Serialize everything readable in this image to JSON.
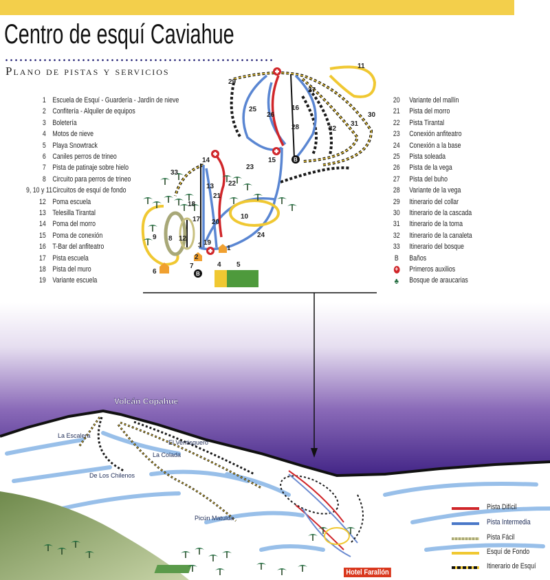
{
  "header": {
    "title": "Centro de esquí Caviahue",
    "subtitle": "Plano de pistas y servicios"
  },
  "left_list": [
    {
      "num": "1",
      "label": "Escuela de Esquí - Guardería - Jardín de nieve"
    },
    {
      "num": "2",
      "label": "Confitería - Alquiler de equipos"
    },
    {
      "num": "3",
      "label": "Boletería"
    },
    {
      "num": "4",
      "label": "Motos de nieve"
    },
    {
      "num": "5",
      "label": "Playa Snowtrack"
    },
    {
      "num": "6",
      "label": "Caniles perros de trineo"
    },
    {
      "num": "7",
      "label": "Pista de patinaje sobre hielo"
    },
    {
      "num": "8",
      "label": "Circuito para perros de trineo"
    },
    {
      "num": "9, 10 y 11",
      "label": "Circuitos de esquí de fondo"
    },
    {
      "num": "12",
      "label": "Poma escuela"
    },
    {
      "num": "13",
      "label": "Telesilla Tirantal"
    },
    {
      "num": "14",
      "label": "Poma del morro"
    },
    {
      "num": "15",
      "label": "Poma de conexión"
    },
    {
      "num": "16",
      "label": "T-Bar del anfiteatro"
    },
    {
      "num": "17",
      "label": "Pista escuela"
    },
    {
      "num": "18",
      "label": "Pista del muro"
    },
    {
      "num": "19",
      "label": "Variante escuela"
    }
  ],
  "right_list": [
    {
      "num": "20",
      "label": "Variante del mallín"
    },
    {
      "num": "21",
      "label": "Pista del morro"
    },
    {
      "num": "22",
      "label": "Pista Tirantal"
    },
    {
      "num": "23",
      "label": "Conexión anfiteatro"
    },
    {
      "num": "24",
      "label": "Conexión a la base"
    },
    {
      "num": "25",
      "label": "Pista soleada"
    },
    {
      "num": "26",
      "label": "Pista de la vega"
    },
    {
      "num": "27",
      "label": "Pista del buho"
    },
    {
      "num": "28",
      "label": "Variante de la vega"
    },
    {
      "num": "29",
      "label": "Itinerario del collar"
    },
    {
      "num": "30",
      "label": "Itinerario de la cascada"
    },
    {
      "num": "31",
      "label": "Itinerario de la toma"
    },
    {
      "num": "32",
      "label": "Itinerario de la canaleta"
    },
    {
      "num": "33",
      "label": "Itinerario del bosque"
    },
    {
      "num": "B",
      "label": "Baños",
      "icon": "restroom-icon"
    },
    {
      "num": "",
      "label": "Primeros auxilios",
      "icon": "first-aid-icon"
    },
    {
      "num": "",
      "label": "Bosque de araucarias",
      "icon": "araucaria-tree-icon"
    }
  ],
  "map_labels": [
    "29",
    "11",
    "27",
    "25",
    "26",
    "16",
    "28",
    "32",
    "31",
    "30",
    "14",
    "15",
    "23",
    "33",
    "13",
    "22",
    "21",
    "18",
    "20",
    "10",
    "24",
    "9",
    "8",
    "12",
    "17",
    "3",
    "2",
    "7",
    "1",
    "4",
    "5",
    "6",
    "B",
    "B",
    "19"
  ],
  "panorama": {
    "volcano": "Volcán Copahue",
    "places": [
      "La Escalera",
      "El Ventisquero",
      "La Colada",
      "De Los Chilenos",
      "Picún Matulda"
    ],
    "hotel": "Hotel Farallón"
  },
  "legend": [
    {
      "label": "Pista Difícil",
      "color": "#d0262a"
    },
    {
      "label": "Pista Intermedia",
      "color": "#4a78c8"
    },
    {
      "label": "Pista Fácil",
      "color": "#a8a878"
    },
    {
      "label": "Esquí de Fondo",
      "color": "#f0c832"
    },
    {
      "label": "Itinerario de Esquí",
      "color": "#1a1a1a"
    }
  ],
  "colors": {
    "band": "#f3cf4b",
    "sky": "#4b2b8c",
    "difficult": "#d0262a",
    "intermediate": "#4a78c8",
    "easy": "#a8a878",
    "nordic": "#f0c832"
  }
}
